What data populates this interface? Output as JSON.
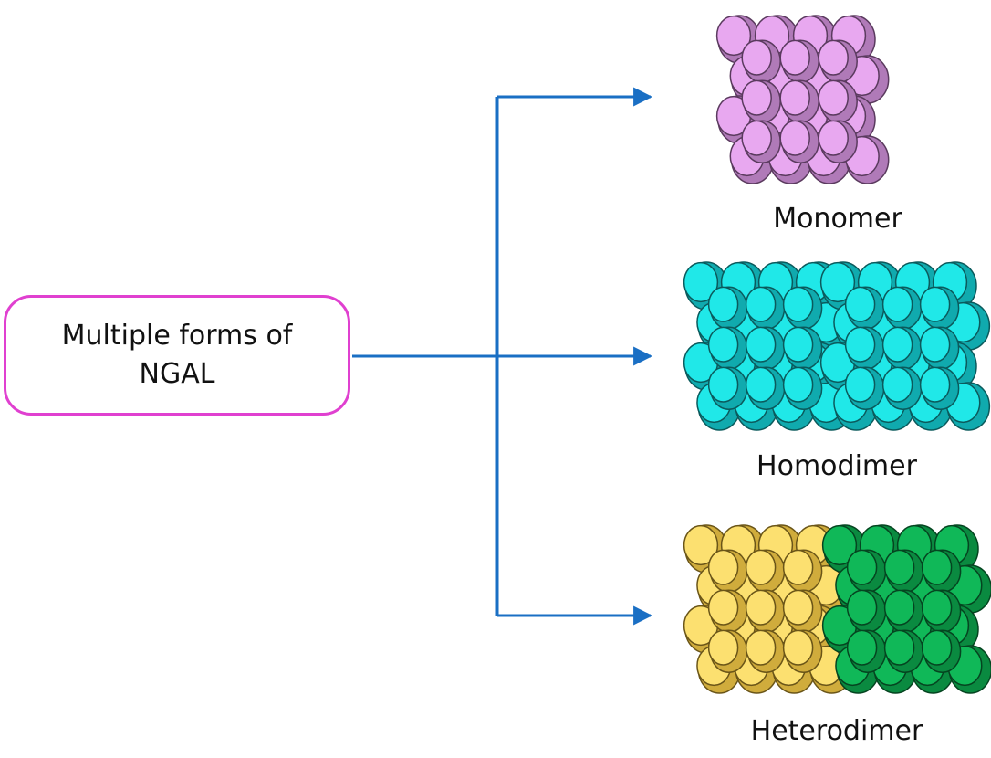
{
  "diagram": {
    "source": {
      "label": "Multiple forms of NGAL",
      "border_color": "#e040d0"
    },
    "connector_color": "#1a6fc4",
    "forms": [
      {
        "name": "Monomer",
        "chains": [
          {
            "fill": "#e8a8f0",
            "shade": "#b07ab8",
            "stroke": "#5a3a5e"
          }
        ]
      },
      {
        "name": "Homodimer",
        "chains": [
          {
            "fill": "#20e8e8",
            "shade": "#10aaae",
            "stroke": "#0b5a5c"
          },
          {
            "fill": "#20e8e8",
            "shade": "#10aaae",
            "stroke": "#0b5a5c"
          }
        ]
      },
      {
        "name": "Heterodimer",
        "chains": [
          {
            "fill": "#fce070",
            "shade": "#d0ac3c",
            "stroke": "#6a5518"
          },
          {
            "fill": "#10b858",
            "shade": "#0a8a40",
            "stroke": "#054420"
          }
        ]
      }
    ]
  }
}
